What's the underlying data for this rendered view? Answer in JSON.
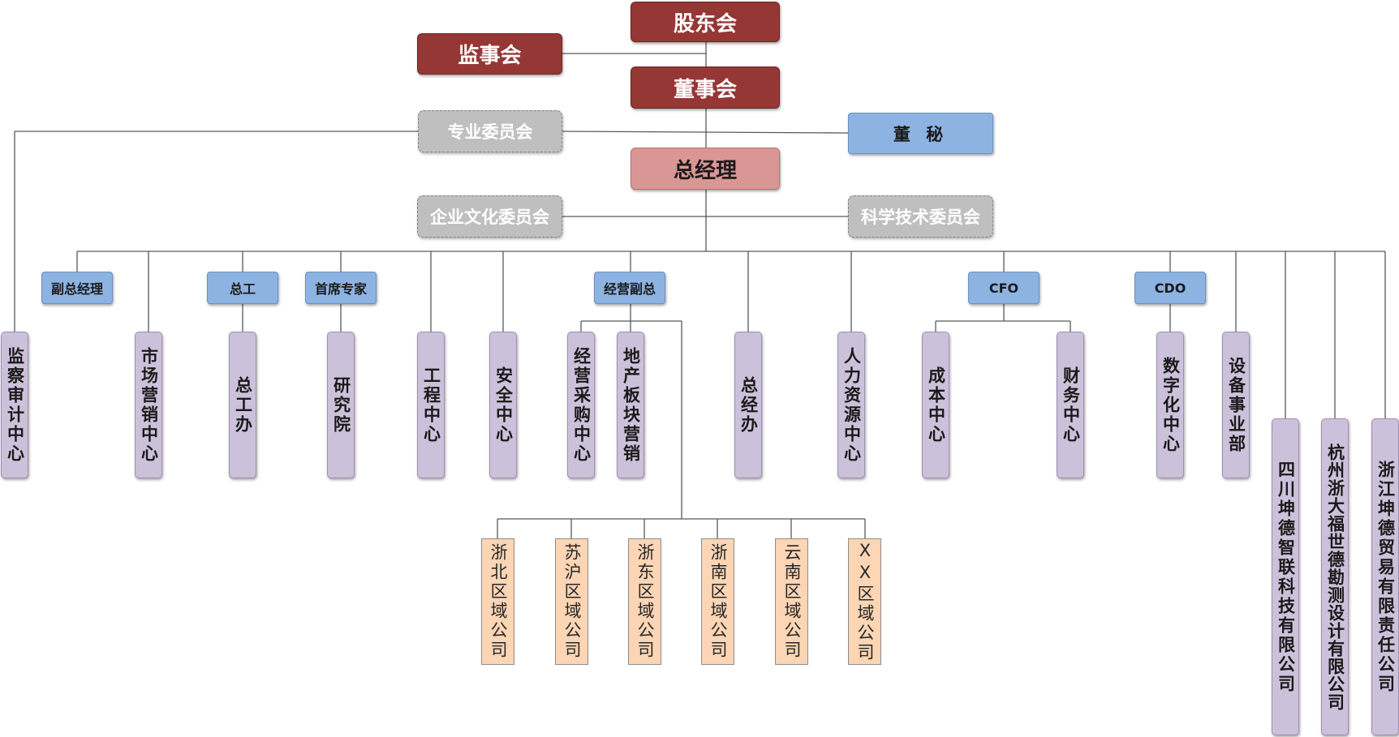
{
  "org": {
    "shareholders": "股东会",
    "supervisors": "监事会",
    "board": "董事会",
    "committees": "专业委员会",
    "secretary": "董 秘",
    "gm": "总经理",
    "culture_committee": "企业文化委员会",
    "tech_committee": "科学技术委员会",
    "deputy_gm": "副总经理",
    "chief_engineer": "总工",
    "chief_expert": "首席专家",
    "business_deputy": "经营副总",
    "cfo": "CFO",
    "cdo": "CDO",
    "audit_center": "监察审计中心",
    "marketing_center": "市场营销中心",
    "engineer_office": "总工办",
    "research_institute": "研究院",
    "engineering_center": "工程中心",
    "safety_center": "安全中心",
    "procurement_center": "经营采购中心",
    "real_estate_sales": "地产板块营销",
    "gm_office": "总经办",
    "hr_center": "人力资源中心",
    "cost_center": "成本中心",
    "finance_center": "财务中心",
    "digital_center": "数字化中心",
    "equipment_division": "设备事业部",
    "sub_sichuan": "四川坤德智联科技有限公司",
    "sub_hangzhou": "杭州浙大福世德勘测设计有限公司",
    "sub_zhejiang_trade": "浙江坤德贸易有限责任公司",
    "region_zhebei": "浙北区域公司",
    "region_suhu": "苏沪区域公司",
    "region_zhedong": "浙东区域公司",
    "region_zhenan": "浙南区域公司",
    "region_yunnan": "云南区域公司",
    "region_xx": "XX区域公司"
  },
  "colors": {
    "top_level": "#953735",
    "gm": "#d99694",
    "committee": "#bfbfbf",
    "executive": "#8db3e2",
    "department": "#ccc1da",
    "region": "#fcd5b5",
    "connector": "#595959"
  }
}
